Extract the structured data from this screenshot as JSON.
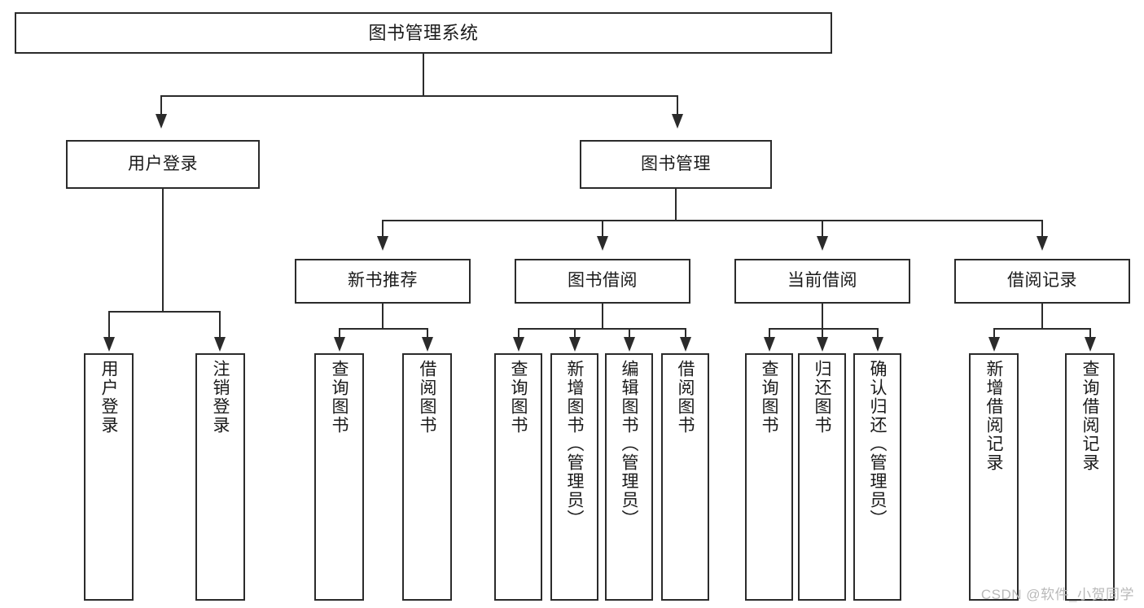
{
  "diagram": {
    "title": "图书管理系统",
    "watermark": "CSDN @软件_小贺同学",
    "line_color": "#2b2b2b",
    "background": "#ffffff",
    "root": {
      "label": "图书管理系统"
    },
    "level2": [
      {
        "label": "用户登录"
      },
      {
        "label": "图书管理"
      }
    ],
    "level3": [
      {
        "label": "新书推荐"
      },
      {
        "label": "图书借阅"
      },
      {
        "label": "当前借阅"
      },
      {
        "label": "借阅记录"
      }
    ],
    "leaves": {
      "user_login": [
        {
          "label": "用户登录"
        },
        {
          "label": "注销登录"
        }
      ],
      "new_book_recommend": [
        {
          "label": "查询图书"
        },
        {
          "label": "借阅图书"
        }
      ],
      "book_borrow": [
        {
          "label": "查询图书"
        },
        {
          "label": "新增图书（管理员）"
        },
        {
          "label": "编辑图书（管理员）"
        },
        {
          "label": "借阅图书"
        }
      ],
      "current_borrow": [
        {
          "label": "查询图书"
        },
        {
          "label": "归还图书"
        },
        {
          "label": "确认归还（管理员）"
        }
      ],
      "borrow_record": [
        {
          "label": "新增借阅记录"
        },
        {
          "label": "查询借阅记录"
        }
      ]
    }
  }
}
